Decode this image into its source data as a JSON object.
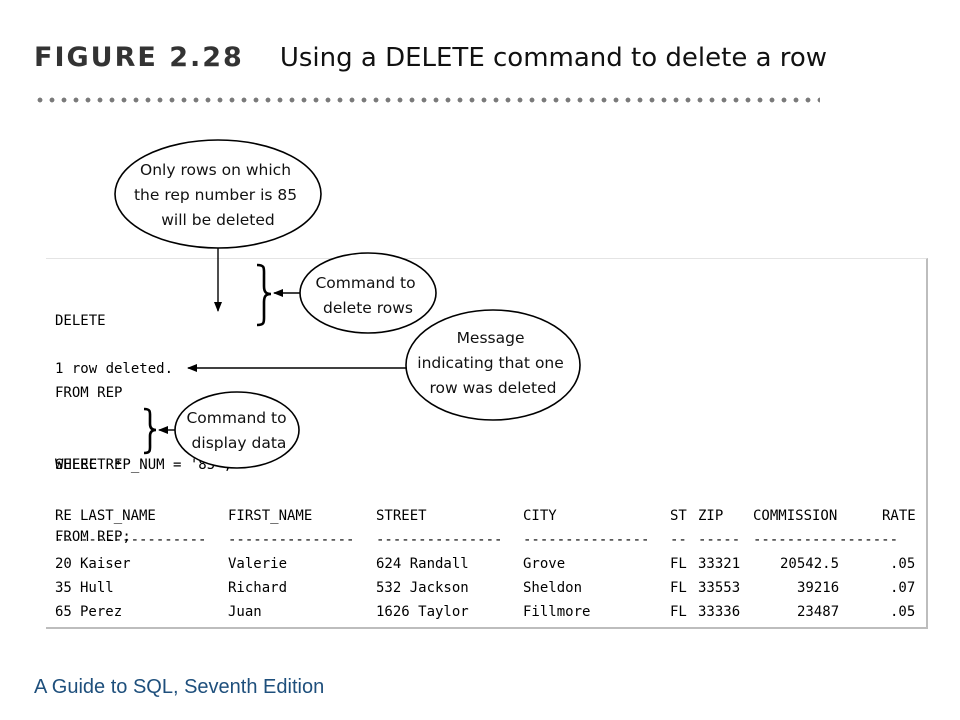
{
  "figure": {
    "number": "FIGURE 2.28",
    "caption": "Using a DELETE command to delete a row"
  },
  "code": {
    "delete_lines": [
      "DELETE",
      "FROM REP",
      "WHERE REP_NUM = '85';"
    ],
    "message": "1 row deleted.",
    "select_lines": [
      "SELECT *",
      "FROM REP;"
    ]
  },
  "callouts": {
    "rows_deleted": [
      "Only rows on which",
      "the rep number is 85",
      "will be deleted"
    ],
    "delete_command": [
      "Command to",
      "delete rows"
    ],
    "message_note": [
      "Message",
      "indicating that one",
      "row was deleted"
    ],
    "display_command": [
      "Command to",
      "display data"
    ]
  },
  "table": {
    "headers": [
      "RE",
      "LAST_NAME",
      "FIRST_NAME",
      "STREET",
      "CITY",
      "ST",
      "ZIP",
      "COMMISSION",
      "RATE"
    ],
    "separator": [
      "--",
      "---------------",
      "---------------",
      "---------------",
      "---------------",
      "--",
      "-----",
      "----------",
      "-------"
    ],
    "rows": [
      [
        "20",
        "Kaiser",
        "Valerie",
        "624 Randall",
        "Grove",
        "FL",
        "33321",
        "20542.5",
        ".05"
      ],
      [
        "35",
        "Hull",
        "Richard",
        "532 Jackson",
        "Sheldon",
        "FL",
        "33553",
        "39216",
        ".07"
      ],
      [
        "65",
        "Perez",
        "Juan",
        "1626 Taylor",
        "Fillmore",
        "FL",
        "33336",
        "23487",
        ".05"
      ]
    ]
  },
  "footer": "A Guide to SQL, Seventh Edition",
  "colors": {
    "footer_text": "#1e4f7c",
    "dots": "#7a7a7a",
    "panel_border": "#bdbdbd"
  }
}
